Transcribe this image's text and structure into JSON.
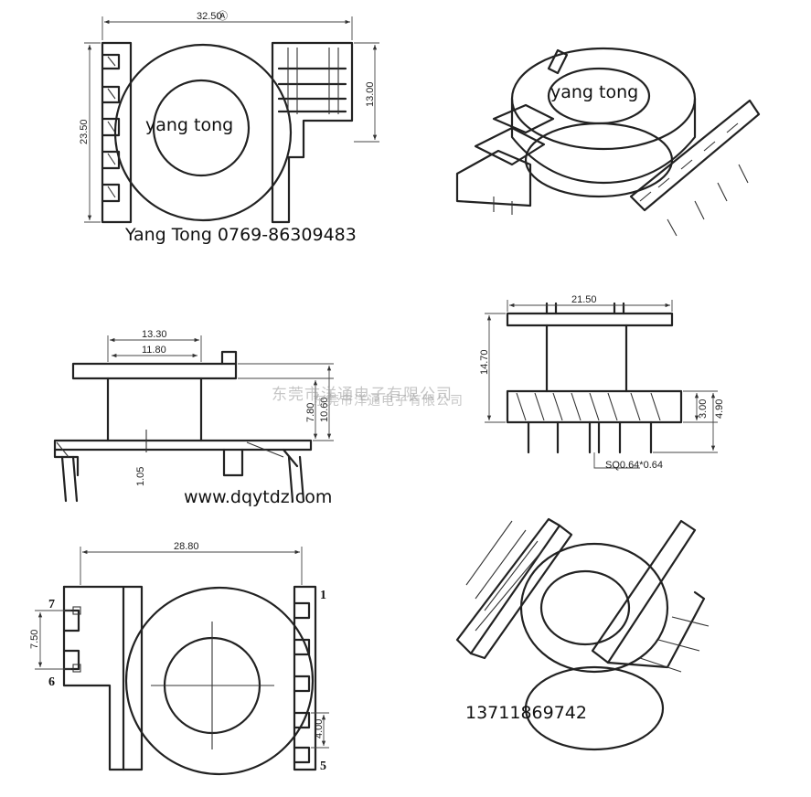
{
  "dimensions": {
    "top_width": "32.50",
    "top_height": "23.50",
    "top_right_height": "13.00",
    "side_outer_width": "13.30",
    "side_inner_width": "11.80",
    "side_height_inner": "7.80",
    "side_height_outer": "10.60",
    "side_flange": "1.05",
    "front_width": "21.50",
    "front_height": "14.70",
    "front_pin_len1": "3.00",
    "front_pin_len2": "4.90",
    "pin_size": "SQ0.64*0.64",
    "bottom_width": "28.80",
    "bottom_pin_pitch": "7.50",
    "bottom_right_pitch": "4.00"
  },
  "pins": {
    "p7": "7",
    "p6": "6",
    "p1": "1",
    "p5": "5"
  },
  "overlays": {
    "brand_top": "yang tong",
    "brand_top_right": "yang tong",
    "contact_line": "Yang Tong 0769-86309483",
    "company_1": "东莞市洋通电子有限公司",
    "company_2": "东莞市洋通电子有限公司",
    "website": "www.dqytdz.com",
    "phone": "13711869742"
  }
}
